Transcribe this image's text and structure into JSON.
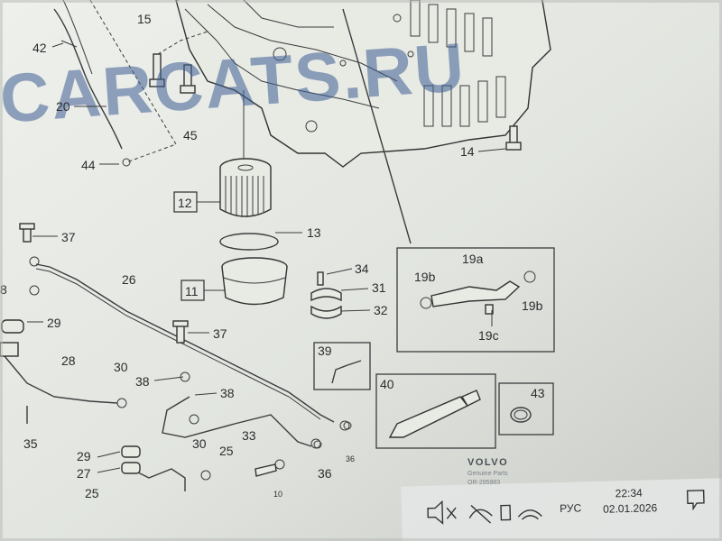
{
  "watermark": "CARCATS.RU",
  "callouts": {
    "c15": "15",
    "c42": "42",
    "c20": "20",
    "c44": "44",
    "c45": "45",
    "c14": "14",
    "c12": "12",
    "c13": "13",
    "c11": "11",
    "c37a": "37",
    "c37b": "37",
    "c26": "26",
    "c29": "29",
    "c8": "8",
    "c28": "28",
    "c30a": "30",
    "c38a": "38",
    "c38b": "38",
    "c35": "35",
    "c29b": "29",
    "c27": "27",
    "c25": "25",
    "c25b": "25",
    "c30b": "30",
    "c33": "33",
    "c36a": "36",
    "c36b": "36",
    "c34": "34",
    "c31": "31",
    "c32": "32",
    "c39": "39",
    "c40": "40",
    "c43": "43",
    "c19a": "19a",
    "c19b1": "19b",
    "c19b2": "19b",
    "c19c": "19c",
    "c10": "10"
  },
  "brand": {
    "name": "VOLVO",
    "subtitle": "Genuine Parts",
    "code": "OR-295983"
  },
  "taskbar": {
    "language": "РУС",
    "time": "22:34",
    "date": "02.01.2026"
  }
}
